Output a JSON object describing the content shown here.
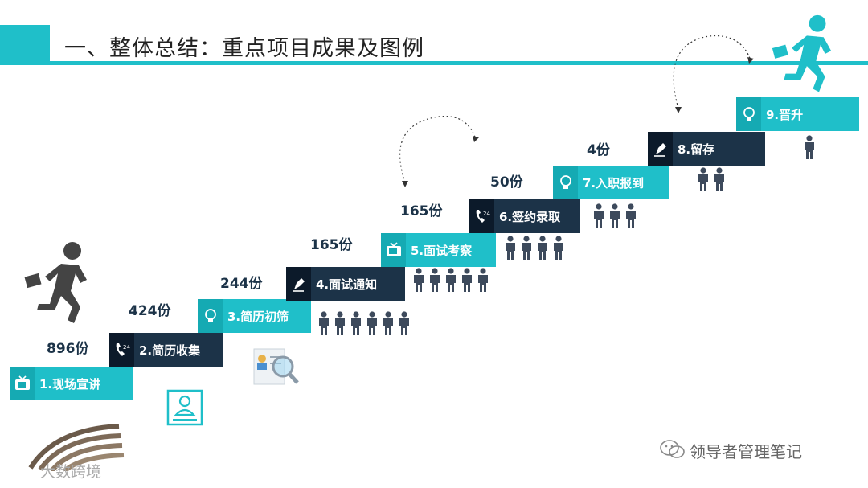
{
  "title": "一、整体总结：重点项目成果及图例",
  "steps": [
    {
      "label": "1.现场宣讲",
      "icon": "tv-icon",
      "style": "teal",
      "count": "896份",
      "people": 0
    },
    {
      "label": "2.简历收集",
      "icon": "phone-24-icon",
      "style": "navy",
      "count": "424份",
      "people": 0
    },
    {
      "label": "3.简历初筛",
      "icon": "lightbulb-icon",
      "style": "teal",
      "count": "244份",
      "people": 0
    },
    {
      "label": "4.面试通知",
      "icon": "pen-icon",
      "style": "navy",
      "count": "165份",
      "people": 6
    },
    {
      "label": "5.面试考察",
      "icon": "tv-icon",
      "style": "teal",
      "count": "165份",
      "people": 5
    },
    {
      "label": "6.签约录取",
      "icon": "phone-24-icon",
      "style": "navy",
      "count": "50份",
      "people": 4
    },
    {
      "label": "7.入职报到",
      "icon": "lightbulb-icon",
      "style": "teal",
      "count": "4份",
      "people": 3
    },
    {
      "label": "8.留存",
      "icon": "pen-icon",
      "style": "navy",
      "count": "",
      "people": 2
    },
    {
      "label": "9.晋升",
      "icon": "lightbulb-icon",
      "style": "teal",
      "count": "",
      "people": 1
    }
  ],
  "watermark_left": "大数跨境",
  "watermark_right": "领导者管理笔记",
  "colors": {
    "teal": "#1fbfc9",
    "navy": "#1c3348",
    "person": "#3d4a5c"
  }
}
